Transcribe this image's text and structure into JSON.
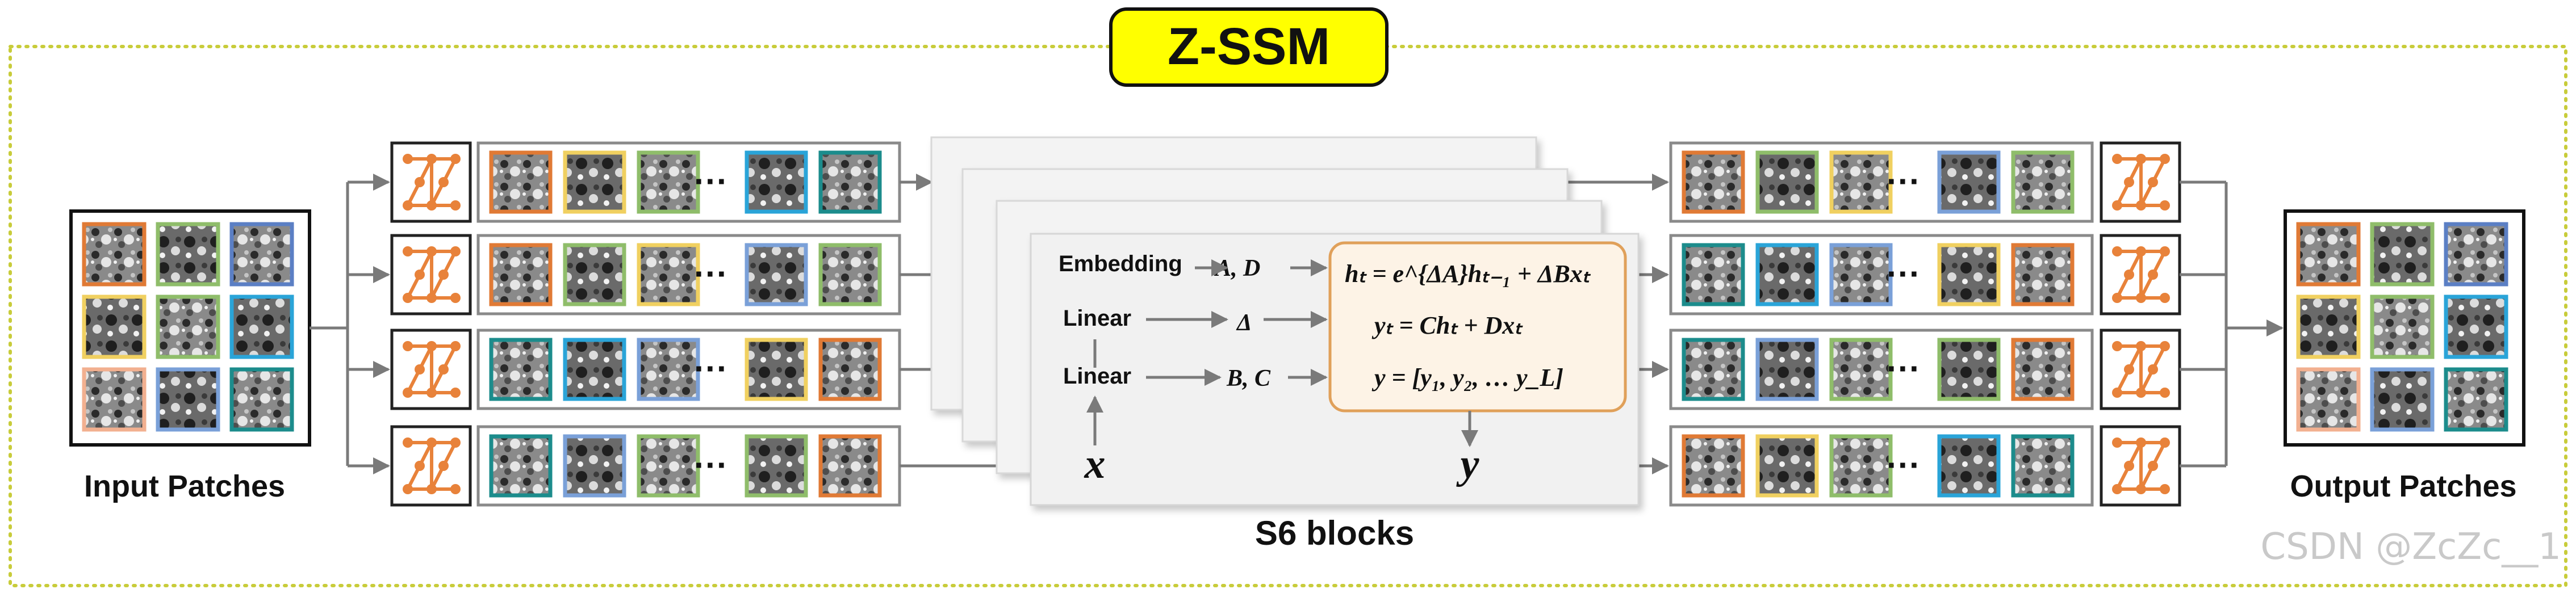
{
  "title": "Z-SSM",
  "input_label": "Input Patches",
  "output_label": "Output Patches",
  "s6_label": "S6 blocks",
  "ellipsis": "···",
  "s6": {
    "embedding": "Embedding",
    "linear_top": "Linear",
    "linear_bottom": "Linear",
    "out_embedding": "A, D",
    "out_linear_top": "Δ",
    "out_linear_bottom": "B, C",
    "eq1": "hₜ = e^{ΔA}hₜ₋₁ + ΔBxₜ",
    "eq2": "yₜ = Chₜ + Dxₜ",
    "eq3": "y = [y₁, y₂, … y_L]",
    "x": "x",
    "y": "y"
  },
  "watermark": "CSDN @ZcZc__1",
  "colors": {
    "title_bg": "#ffff00",
    "dotted_border": "#c8cc3a",
    "scan_orange": "#e8823a",
    "eq_box_fill": "#fdf3e6",
    "eq_box_border": "#e0a05a",
    "arrow": "#7a7a7a",
    "patch_orange": "#e07a35",
    "patch_green": "#8fbd6a",
    "patch_blue": "#5b7fc4",
    "patch_yellow": "#f0d060",
    "patch_cyan": "#2aa4d8",
    "patch_teal": "#1c8c8c",
    "patch_peach": "#f2b090",
    "patch_lightblue": "#7aa0d8"
  }
}
